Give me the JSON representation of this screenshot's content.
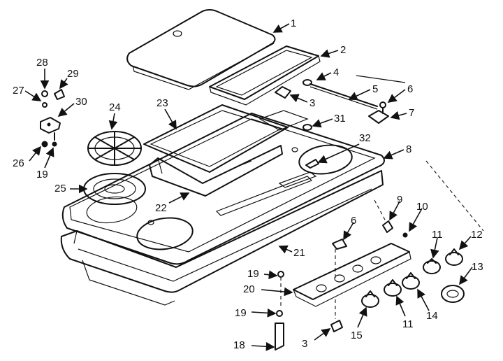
{
  "diagram": {
    "callouts": [
      {
        "n": "1"
      },
      {
        "n": "2"
      },
      {
        "n": "3"
      },
      {
        "n": "4"
      },
      {
        "n": "5"
      },
      {
        "n": "6"
      },
      {
        "n": "7"
      },
      {
        "n": "8"
      },
      {
        "n": "9"
      },
      {
        "n": "10"
      },
      {
        "n": "11"
      },
      {
        "n": "12"
      },
      {
        "n": "13"
      },
      {
        "n": "14"
      },
      {
        "n": "15"
      },
      {
        "n": "6"
      },
      {
        "n": "3"
      },
      {
        "n": "11"
      },
      {
        "n": "18"
      },
      {
        "n": "19"
      },
      {
        "n": "20"
      },
      {
        "n": "19"
      },
      {
        "n": "21"
      },
      {
        "n": "22"
      },
      {
        "n": "23"
      },
      {
        "n": "24"
      },
      {
        "n": "25"
      },
      {
        "n": "26"
      },
      {
        "n": "19"
      },
      {
        "n": "27"
      },
      {
        "n": "28"
      },
      {
        "n": "29"
      },
      {
        "n": "30"
      },
      {
        "n": "31"
      },
      {
        "n": "32"
      }
    ]
  }
}
